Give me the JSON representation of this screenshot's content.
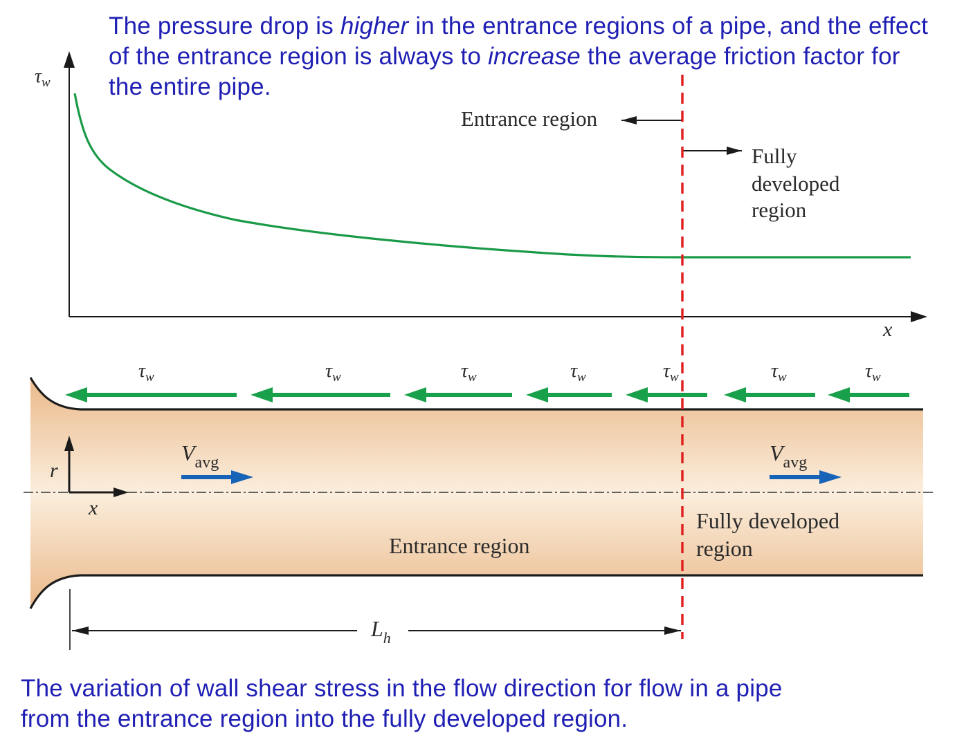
{
  "top_caption": {
    "part1": "The pressure drop is ",
    "em1": "higher",
    "part2": " in the entrance regions of a pipe, and the effect of the entrance region is always to ",
    "em2": "increase",
    "part3": " the average friction factor for the entire pipe."
  },
  "bottom_caption": {
    "line1": "The variation of wall shear stress in the flow direction for flow in a pipe",
    "line2": "from the entrance region into the fully developed region."
  },
  "graph": {
    "y_label_symbol": "τ",
    "y_label_sub": "w",
    "x_label": "x",
    "entrance_label": "Entrance region",
    "fully_line1": "Fully",
    "fully_line2": "developed",
    "fully_line3": "region"
  },
  "pipe": {
    "shear_symbol": "τ",
    "shear_sub": "w",
    "vavg_symbol": "V",
    "vavg_sub": "avg",
    "r_label": "r",
    "x_label": "x",
    "entrance_label": "Entrance region",
    "fully_line1": "Fully developed",
    "fully_line2": "region",
    "lh_symbol": "L",
    "lh_sub": "h"
  },
  "colors": {
    "caption_text": "#1f1fb4",
    "curve": "#1a9a48",
    "shear_arrow": "#19a04a",
    "velocity_arrow": "#1663b8",
    "boundary": "#e02020",
    "pipe_fill": "#f3d7b3",
    "pipe_wall": "#1c1c1c"
  }
}
